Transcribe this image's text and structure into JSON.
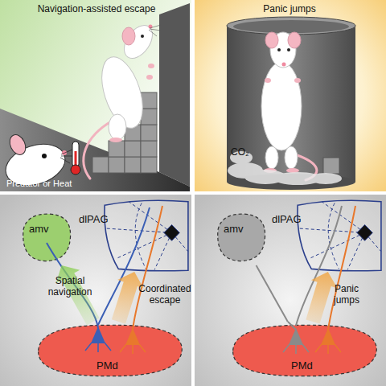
{
  "diagram": {
    "nodes": [
      {
        "text": [
          "amv"
        ]
      },
      {
        "text": [
          "dlPAG"
        ]
      },
      {
        "text": [
          "PMd"
        ]
      },
      {
        "text": [
          "amv"
        ]
      },
      {
        "text": [
          "dlPAG"
        ]
      },
      {
        "text": [
          "PMd"
        ]
      }
    ],
    "edges": [
      {
        "from": 2,
        "to": 0,
        "arrow": "to",
        "label": "Spatial navigation"
      },
      {
        "from": 2,
        "to": 1,
        "arrow": "to",
        "label": "Coordinated escape"
      },
      {
        "from": 5,
        "to": 3,
        "arrow": "none"
      },
      {
        "from": 5,
        "to": 4,
        "arrow": "to",
        "label": "Panic jumps"
      }
    ],
    "labels": [
      "Navigation-assisted escape",
      "Predator or Heat",
      "Panic jumps",
      "CO₂"
    ]
  }
}
